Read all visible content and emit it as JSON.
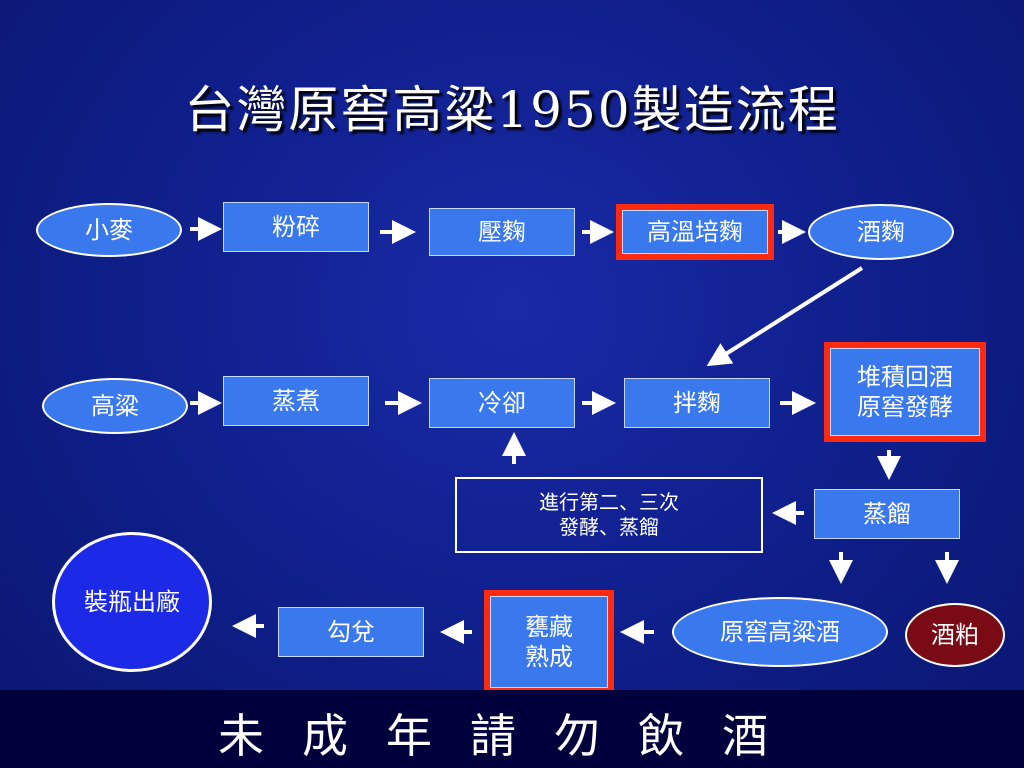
{
  "title": "台灣原窖高粱1950製造流程",
  "nodes": {
    "wheat": "小麥",
    "crush": "粉碎",
    "press_koji": "壓麴",
    "high_temp_koji": "高溫培麴",
    "wine_koji": "酒麴",
    "sorghum": "高粱",
    "steam_cook": "蒸煮",
    "cool": "冷卻",
    "mix_koji": "拌麴",
    "stack_line1": "堆積回酒",
    "stack_line2": "原窖發酵",
    "repeat_line1": "進行第二、三次",
    "repeat_line2": "發酵、蒸餾",
    "distill": "蒸餾",
    "bottle": "裝瓶出廠",
    "blend": "勾兌",
    "age_line1": "甕藏",
    "age_line2": "熟成",
    "raw_liquor": "原窖高粱酒",
    "lees": "酒粕"
  },
  "footer": "未成年請勿飲酒",
  "colors": {
    "background": "#10208e",
    "node_fill": "#3a78ee",
    "highlight": "#ff2a10",
    "lees_fill": "#7a0a14",
    "circle_fill": "#1c2ae8"
  }
}
